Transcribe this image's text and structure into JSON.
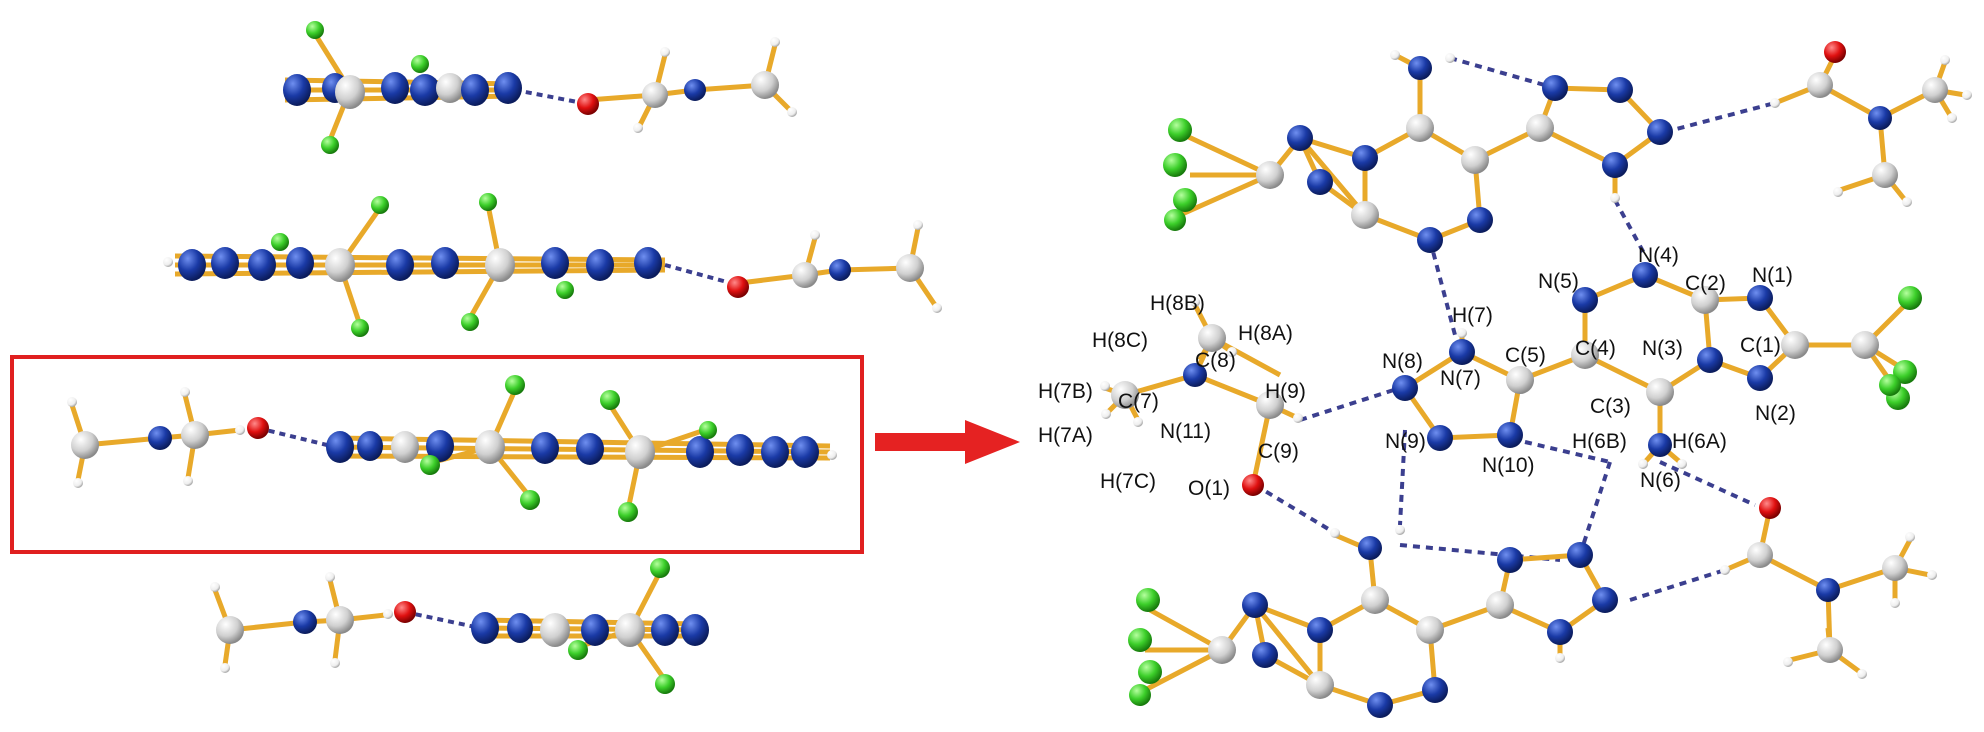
{
  "colors": {
    "bond": "#e8a92a",
    "carbon": "#d3d3d3",
    "nitrogen": "#1a3aa6",
    "oxygen": "#e01010",
    "fluorine": "#3ccf2a",
    "hydrogen": "#f2f2f2",
    "hbond": "#3b3f8f",
    "frame": "#e02020",
    "arrow": "#e52222",
    "text": "#111111"
  },
  "atom_labels": [
    "H(8B)",
    "H(8C)",
    "H(8A)",
    "C(8)",
    "H(7B)",
    "C(7)",
    "H(7A)",
    "N(11)",
    "H(7C)",
    "H(9)",
    "C(9)",
    "O(1)",
    "N(8)",
    "H(7)",
    "N(7)",
    "C(5)",
    "N(9)",
    "N(10)",
    "N(5)",
    "C(4)",
    "N(4)",
    "C(2)",
    "N(1)",
    "N(3)",
    "C(1)",
    "C(3)",
    "H(6B)",
    "H(6A)",
    "N(6)",
    "N(2)"
  ]
}
